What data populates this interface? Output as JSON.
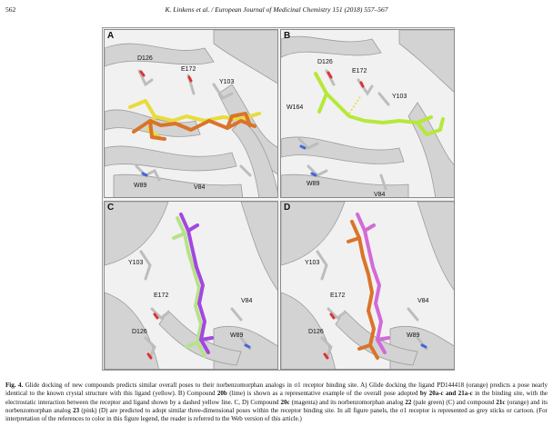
{
  "header": {
    "page_number": "562",
    "journal": "K. Linkens et al. / European Journal of Medicinal Chemistry 151 (2018) 557–567",
    "journal_authors": "K. Linkens et al. / ",
    "journal_name": "European Journal of Medicinal Chemistry 151 (2018) 557–567"
  },
  "figure": {
    "panels": [
      {
        "letter": "A",
        "labels": [
          "D126",
          "E172",
          "Y103",
          "W89",
          "V84"
        ]
      },
      {
        "letter": "B",
        "labels": [
          "D126",
          "E172",
          "Y103",
          "W164",
          "W89",
          "V84"
        ]
      },
      {
        "letter": "C",
        "labels": [
          "Y103",
          "E172",
          "V84",
          "D126",
          "W89"
        ]
      },
      {
        "letter": "D",
        "labels": [
          "Y103",
          "E172",
          "V84",
          "D126",
          "W89"
        ]
      }
    ],
    "colors": {
      "protein": "#c8c8c8",
      "orange": "#d9742a",
      "yellow": "#e8dc3a",
      "lime": "#b6e83a",
      "magenta": "#a347e0",
      "pale_green": "#b7e28a",
      "pink": "#d36ad6"
    }
  },
  "caption": {
    "label": "Fig. 4.",
    "s1": " Glide docking of new compounds predicts similar overall poses to their norbenzomorphan analogs in σ1 receptor binding site. A) Glide docking the ligand PD144418 (orange) predicts a pose nearly identical to the known crystal structure with this ligand (yellow). B) Compound ",
    "b1": "20b",
    "s2": " (lime) is shown as a representative example of the overall pose adopted ",
    "b2": "by 20a-c and 21a-c",
    "s3": " in the binding site, with the electrostatic interaction between the receptor and ligand shown by a dashed yellow line. C, D) Compound ",
    "b3": "20c",
    "s4": " (magenta) and its norbenzomorphan analog ",
    "b4": "22",
    "s5": " (pale green) (C) and compound ",
    "b5": "21c",
    "s6": " (orange) and its norbenzomorphan analog ",
    "b6": "23",
    "s7": " (pink) (D) are predicted to adopt similar three-dimensional poses within the receptor binding site. In all figure panels, the σ1 receptor is represented as grey sticks or cartoon. (For interpretation of the references to color in this figure legend, the reader is referred to the Web version of this article.)"
  }
}
